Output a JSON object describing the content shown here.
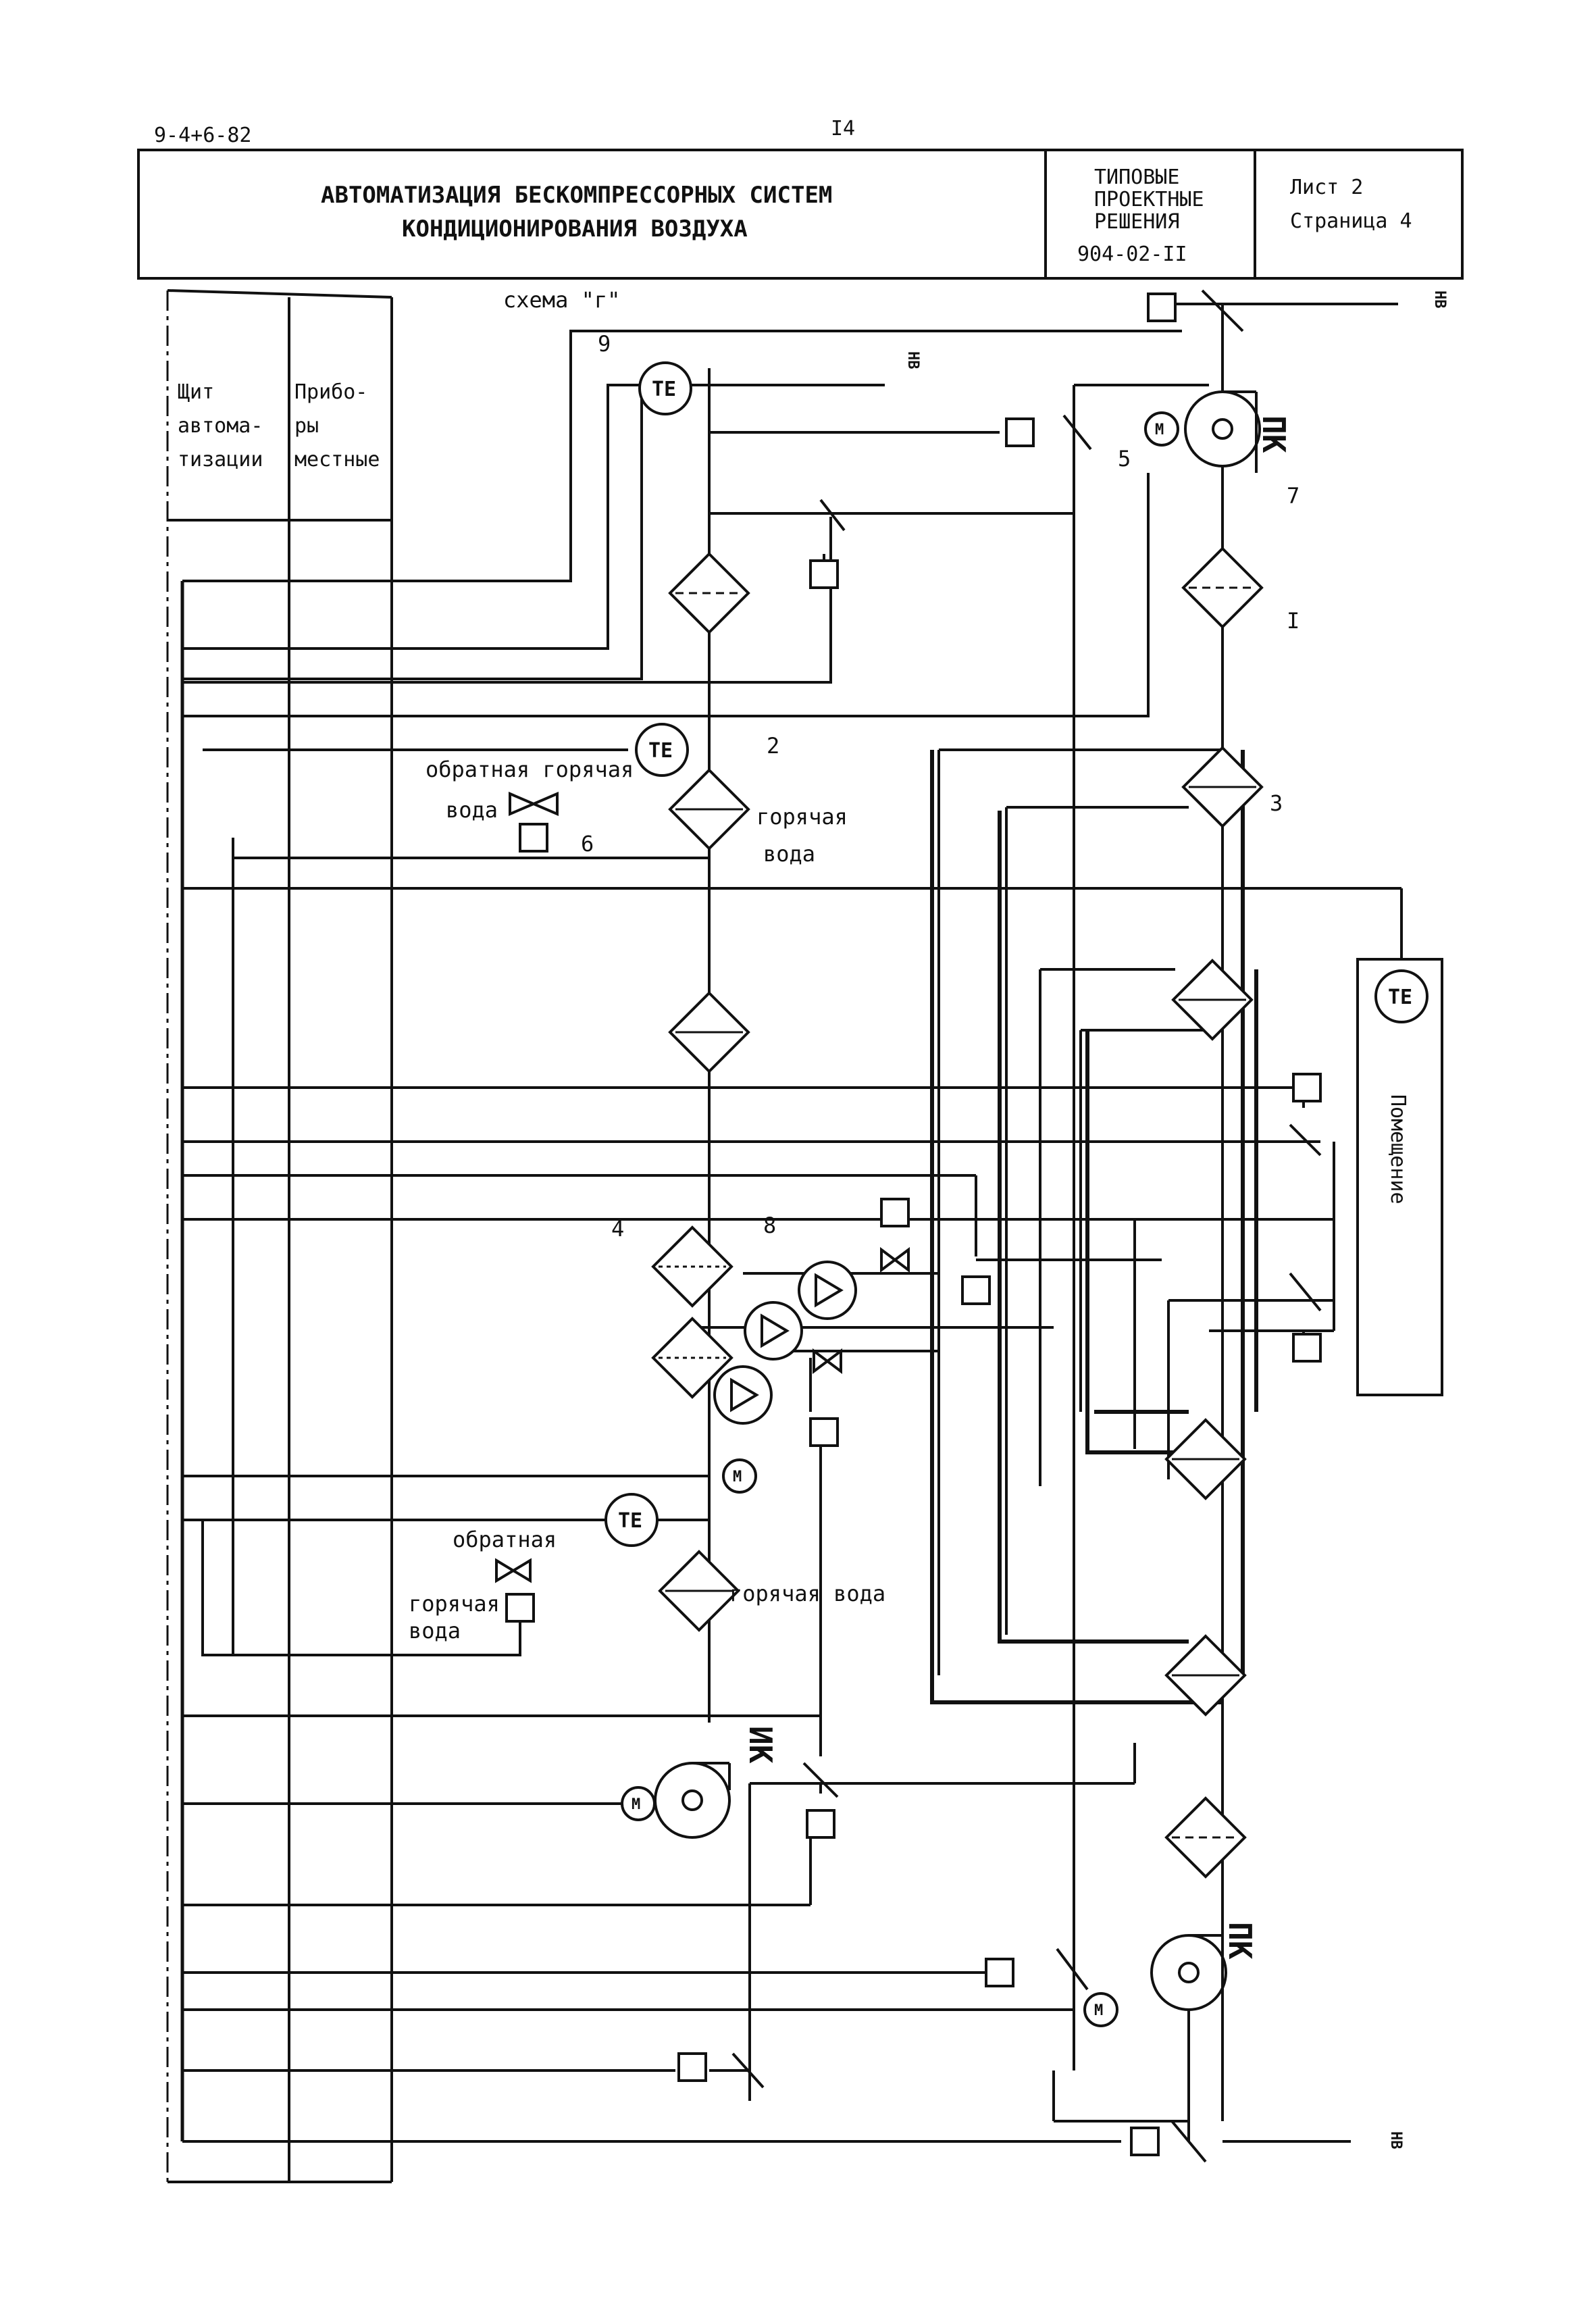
{
  "document": {
    "code": "9-4+6-82",
    "page_number": "I4"
  },
  "title_block": {
    "title_line1": "АВТОМАТИЗАЦИЯ БЕСКОМПРЕССОРНЫХ СИСТЕМ",
    "title_line2": "КОНДИЦИОНИРОВАНИЯ ВОЗДУХА",
    "standard_line1": "ТИПОВЫЕ",
    "standard_line2": "ПРОЕКТНЫЕ",
    "standard_line3": "РЕШЕНИЯ",
    "standard_number": "904-02-II",
    "sheet": "Лист 2",
    "page": "Страница 4"
  },
  "left_panel": {
    "col1_line1": "Щит",
    "col1_line2": "автома-",
    "col1_line3": "тизации",
    "col2_line1": "Прибо-",
    "col2_line2": "ры",
    "col2_line3": "местные"
  },
  "labels": {
    "scheme": "схема \"г\"",
    "outside_air": "НВ",
    "supply_fan": "ПК",
    "exhaust_fan": "ИК",
    "room": "Помещение",
    "temp_element": "ТЕ",
    "motor": "М",
    "return_hot_water": "обратная горячая",
    "water": "вода",
    "hot_water_top": "горячая",
    "hot_water_top2": "вода",
    "return_lower": "обратная",
    "hot_lower": "горячая",
    "water_lower": "вода",
    "hot_water_lower": "горячая вода"
  },
  "callouts": [
    "9",
    "5",
    "7",
    "I",
    "2",
    "3",
    "6",
    "4",
    "8"
  ]
}
